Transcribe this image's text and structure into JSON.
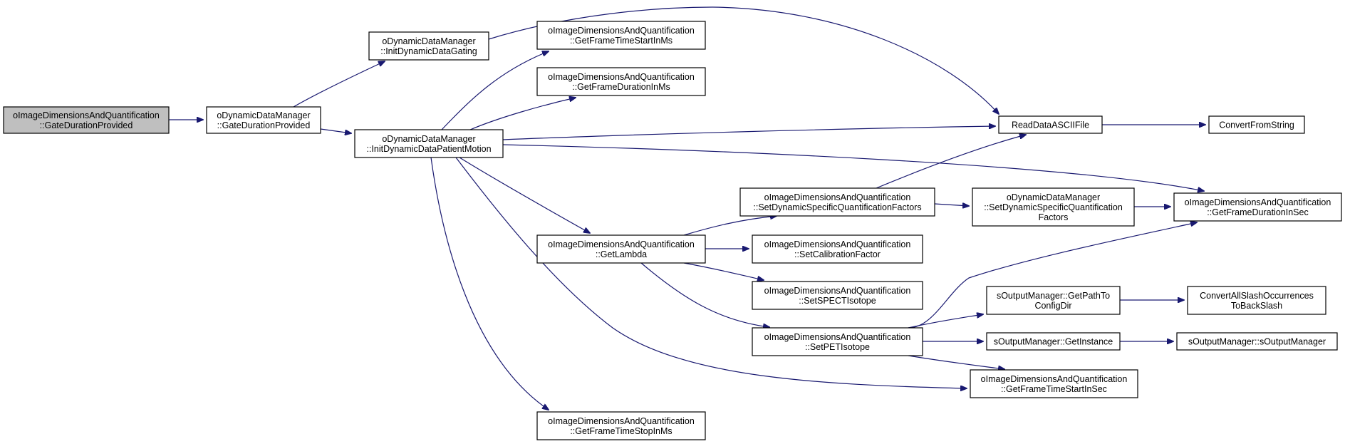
{
  "diagram": {
    "accent_edge_color": "#191970",
    "current_node_fill": "#bfbfbf",
    "nodes": [
      {
        "id": "n0",
        "lines": [
          "oImageDimensionsAndQuantification",
          "::GateDurationProvided"
        ],
        "current": true
      },
      {
        "id": "n1",
        "lines": [
          "oDynamicDataManager",
          "::GateDurationProvided"
        ]
      },
      {
        "id": "n2",
        "lines": [
          "oDynamicDataManager",
          "::InitDynamicDataGating"
        ]
      },
      {
        "id": "n3",
        "lines": [
          "oDynamicDataManager",
          "::InitDynamicDataPatientMotion"
        ]
      },
      {
        "id": "n4",
        "lines": [
          "oImageDimensionsAndQuantification",
          "::GetFrameTimeStartInMs"
        ]
      },
      {
        "id": "n5",
        "lines": [
          "oImageDimensionsAndQuantification",
          "::GetFrameDurationInMs"
        ]
      },
      {
        "id": "n6",
        "lines": [
          "ReadDataASCIIFile"
        ]
      },
      {
        "id": "n7",
        "lines": [
          "ConvertFromString"
        ]
      },
      {
        "id": "n8",
        "lines": [
          "oImageDimensionsAndQuantification",
          "::SetDynamicSpecificQuantificationFactors"
        ]
      },
      {
        "id": "n9",
        "lines": [
          "oDynamicDataManager",
          "::SetDynamicSpecificQuantification",
          "Factors"
        ]
      },
      {
        "id": "n10",
        "lines": [
          "oImageDimensionsAndQuantification",
          "::GetFrameDurationInSec"
        ]
      },
      {
        "id": "n11",
        "lines": [
          "oImageDimensionsAndQuantification",
          "::GetLambda"
        ]
      },
      {
        "id": "n12",
        "lines": [
          "oImageDimensionsAndQuantification",
          "::SetCalibrationFactor"
        ]
      },
      {
        "id": "n13",
        "lines": [
          "oImageDimensionsAndQuantification",
          "::SetSPECTIsotope"
        ]
      },
      {
        "id": "n14",
        "lines": [
          "sOutputManager::GetPathTo",
          "ConfigDir"
        ]
      },
      {
        "id": "n15",
        "lines": [
          "ConvertAllSlashOccurrences",
          "ToBackSlash"
        ]
      },
      {
        "id": "n16",
        "lines": [
          "oImageDimensionsAndQuantification",
          "::SetPETIsotope"
        ]
      },
      {
        "id": "n17",
        "lines": [
          "sOutputManager::GetInstance"
        ]
      },
      {
        "id": "n18",
        "lines": [
          "sOutputManager::sOutputManager"
        ]
      },
      {
        "id": "n19",
        "lines": [
          "oImageDimensionsAndQuantification",
          "::GetFrameTimeStartInSec"
        ]
      },
      {
        "id": "n20",
        "lines": [
          "oImageDimensionsAndQuantification",
          "::GetFrameTimeStopInMs"
        ]
      }
    ],
    "edges": [
      {
        "from": "n0",
        "to": "n1"
      },
      {
        "from": "n1",
        "to": "n2"
      },
      {
        "from": "n1",
        "to": "n3"
      },
      {
        "from": "n2",
        "to": "n6"
      },
      {
        "from": "n3",
        "to": "n4"
      },
      {
        "from": "n3",
        "to": "n5"
      },
      {
        "from": "n3",
        "to": "n6"
      },
      {
        "from": "n3",
        "to": "n10"
      },
      {
        "from": "n3",
        "to": "n11"
      },
      {
        "from": "n3",
        "to": "n19"
      },
      {
        "from": "n3",
        "to": "n20"
      },
      {
        "from": "n6",
        "to": "n7"
      },
      {
        "from": "n8",
        "to": "n6"
      },
      {
        "from": "n8",
        "to": "n9"
      },
      {
        "from": "n9",
        "to": "n10"
      },
      {
        "from": "n11",
        "to": "n8"
      },
      {
        "from": "n11",
        "to": "n12"
      },
      {
        "from": "n11",
        "to": "n13"
      },
      {
        "from": "n11",
        "to": "n16"
      },
      {
        "from": "n16",
        "to": "n10"
      },
      {
        "from": "n16",
        "to": "n14"
      },
      {
        "from": "n16",
        "to": "n17"
      },
      {
        "from": "n16",
        "to": "n19"
      },
      {
        "from": "n14",
        "to": "n15"
      },
      {
        "from": "n17",
        "to": "n18"
      }
    ]
  }
}
